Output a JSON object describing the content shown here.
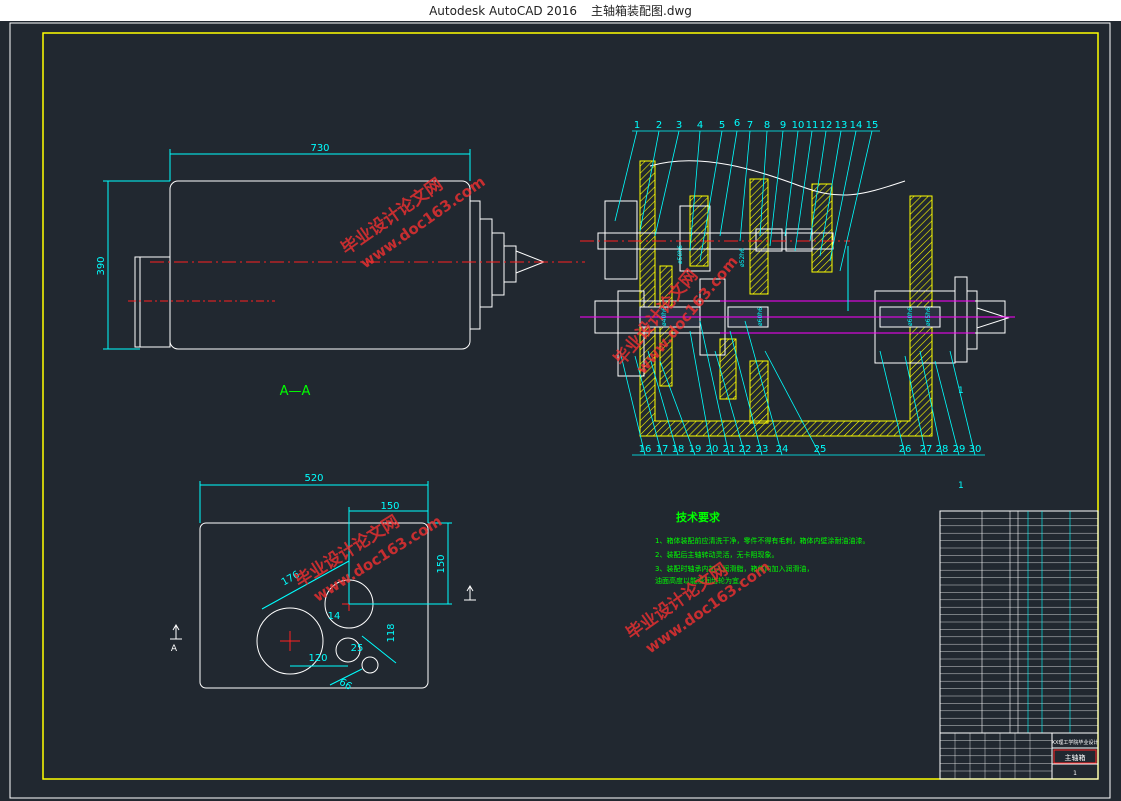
{
  "titlebar": {
    "app": "Autodesk AutoCAD 2016",
    "file": "主轴箱装配图.dwg"
  },
  "colors": {
    "background": "#212830",
    "border": "#ffff00",
    "outline": "#ffffff",
    "dimension": "#00ffff",
    "centerline": "#ff2020",
    "hatch": "#ffff00",
    "note": "#00ff00",
    "leader": "#00ffff",
    "watermark": "#ff3030",
    "axis": "#ff00ff"
  },
  "views": {
    "section_label": "A—A",
    "top_view": {
      "dim_length": "730",
      "dim_height": "390"
    },
    "bottom_view": {
      "dim_width": "520",
      "dim_offset": "150",
      "dim_height": "150",
      "dim_a": "176",
      "dim_b": "14",
      "dim_c": "118",
      "dim_d": "120",
      "dim_e": "25",
      "dim_f": "66",
      "arrow_label": "A"
    }
  },
  "assembly": {
    "top_numbers": [
      "1",
      "2",
      "3",
      "4",
      "5",
      "6",
      "7",
      "8",
      "9",
      "10",
      "11",
      "12",
      "13",
      "14",
      "15"
    ],
    "bottom_numbers": [
      "16",
      "17",
      "18",
      "19",
      "20",
      "21",
      "22",
      "23",
      "24",
      "25",
      "26",
      "27",
      "28",
      "29",
      "30"
    ],
    "side_label": "1",
    "shaft_labels": [
      "ø40h6",
      "ø50h6",
      "ø52h6",
      "ø60h6",
      "ø60h6",
      "ø65h6"
    ],
    "below_label": "1"
  },
  "notes": {
    "title": "技术要求",
    "lines": [
      "1、箱体装配前应清洗干净，零件不得有毛刺，箱体内壁涂耐油油漆。",
      "2、装配后主轴转动灵活，无卡阻现象。",
      "3、装配时轴承内加入润滑脂，箱体内加入润滑油，",
      "   油面高度以能浸润齿轮为宜。"
    ]
  },
  "watermarks": [
    {
      "line1": "毕业设计论文网",
      "line2": "www.doc163.com"
    },
    {
      "line1": "毕业设计论文网",
      "line2": "www.doc163.com"
    },
    {
      "line1": "毕业设计论文网",
      "line2": "www.doc163.com"
    },
    {
      "line1": "毕业设计论文网",
      "line2": "www.doc163.com"
    }
  ],
  "title_block": {
    "school": "XX理工学院毕业设计",
    "drawing_name": "主轴箱",
    "sheet": "1"
  }
}
